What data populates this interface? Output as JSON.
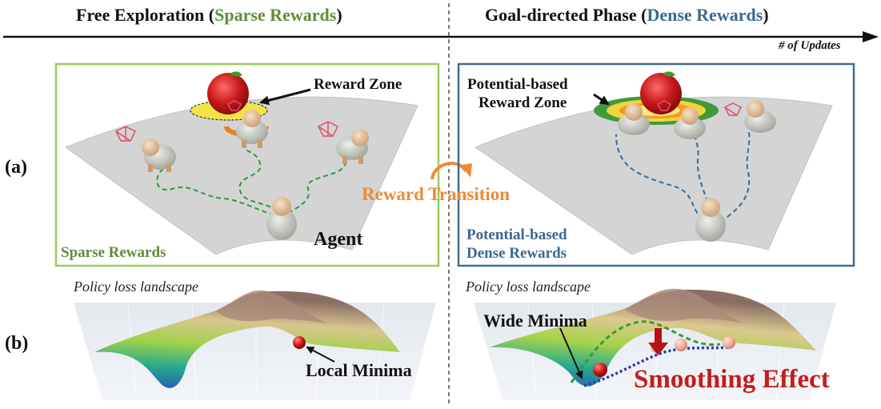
{
  "header": {
    "left_title_prefix": "Free Exploration (",
    "left_title_highlight": "Sparse Rewards",
    "left_title_suffix": ")",
    "right_title_prefix": "Goal-directed Phase (",
    "right_title_highlight": "Dense Rewards",
    "right_title_suffix": ")",
    "axis_label": "# of Updates"
  },
  "row_labels": {
    "a": "(a)",
    "b": "(b)"
  },
  "panel_a_left": {
    "reward_zone": "Reward Zone",
    "agent": "Agent",
    "corner_label": "Sparse Rewards",
    "border_color": "#9acd5a"
  },
  "panel_a_right": {
    "reward_zone_line1": "Potential-based",
    "reward_zone_line2": "Reward Zone",
    "corner_line1": "Potential-based",
    "corner_line2": "Dense Rewards",
    "border_color": "#3e6b92"
  },
  "transition": {
    "label": "Reward Transition",
    "color": "#ee8a37"
  },
  "panel_b_left": {
    "caption": "Policy loss landscape",
    "minima": "Local Minima"
  },
  "panel_b_right": {
    "caption": "Policy loss landscape",
    "minima": "Wide Minima",
    "effect": "Smoothing Effect"
  }
}
